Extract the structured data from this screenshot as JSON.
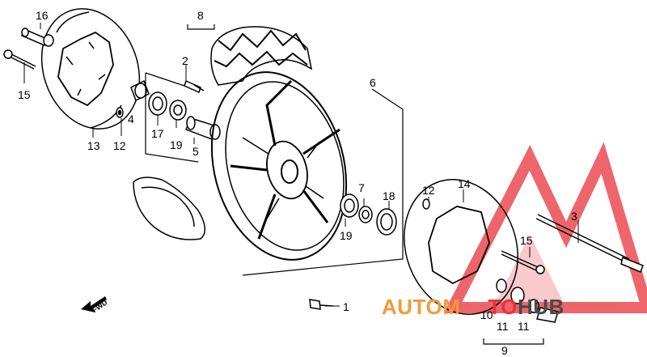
{
  "callouts": {
    "c1": "1",
    "c2": "2",
    "c3": "3",
    "c4": "4",
    "c5": "5",
    "c6": "6",
    "c7": "7",
    "c8": "8",
    "c9": "9",
    "c10": "10",
    "c11a": "11",
    "c11b": "11",
    "c12a": "12",
    "c12b": "12",
    "c13": "13",
    "c14": "14",
    "c15a": "15",
    "c15b": "15",
    "c16": "16",
    "c17": "17",
    "c18": "18",
    "c19a": "19",
    "c19b": "19"
  },
  "fwd_label": "FWD",
  "watermark": {
    "part1": "AUTOM",
    "part2": "TO",
    "part3": "HUB",
    "color_orange": "#f29a3a",
    "color_red": "#e8323a",
    "color_gray": "#4a4a4a"
  },
  "line_color": "#000000"
}
